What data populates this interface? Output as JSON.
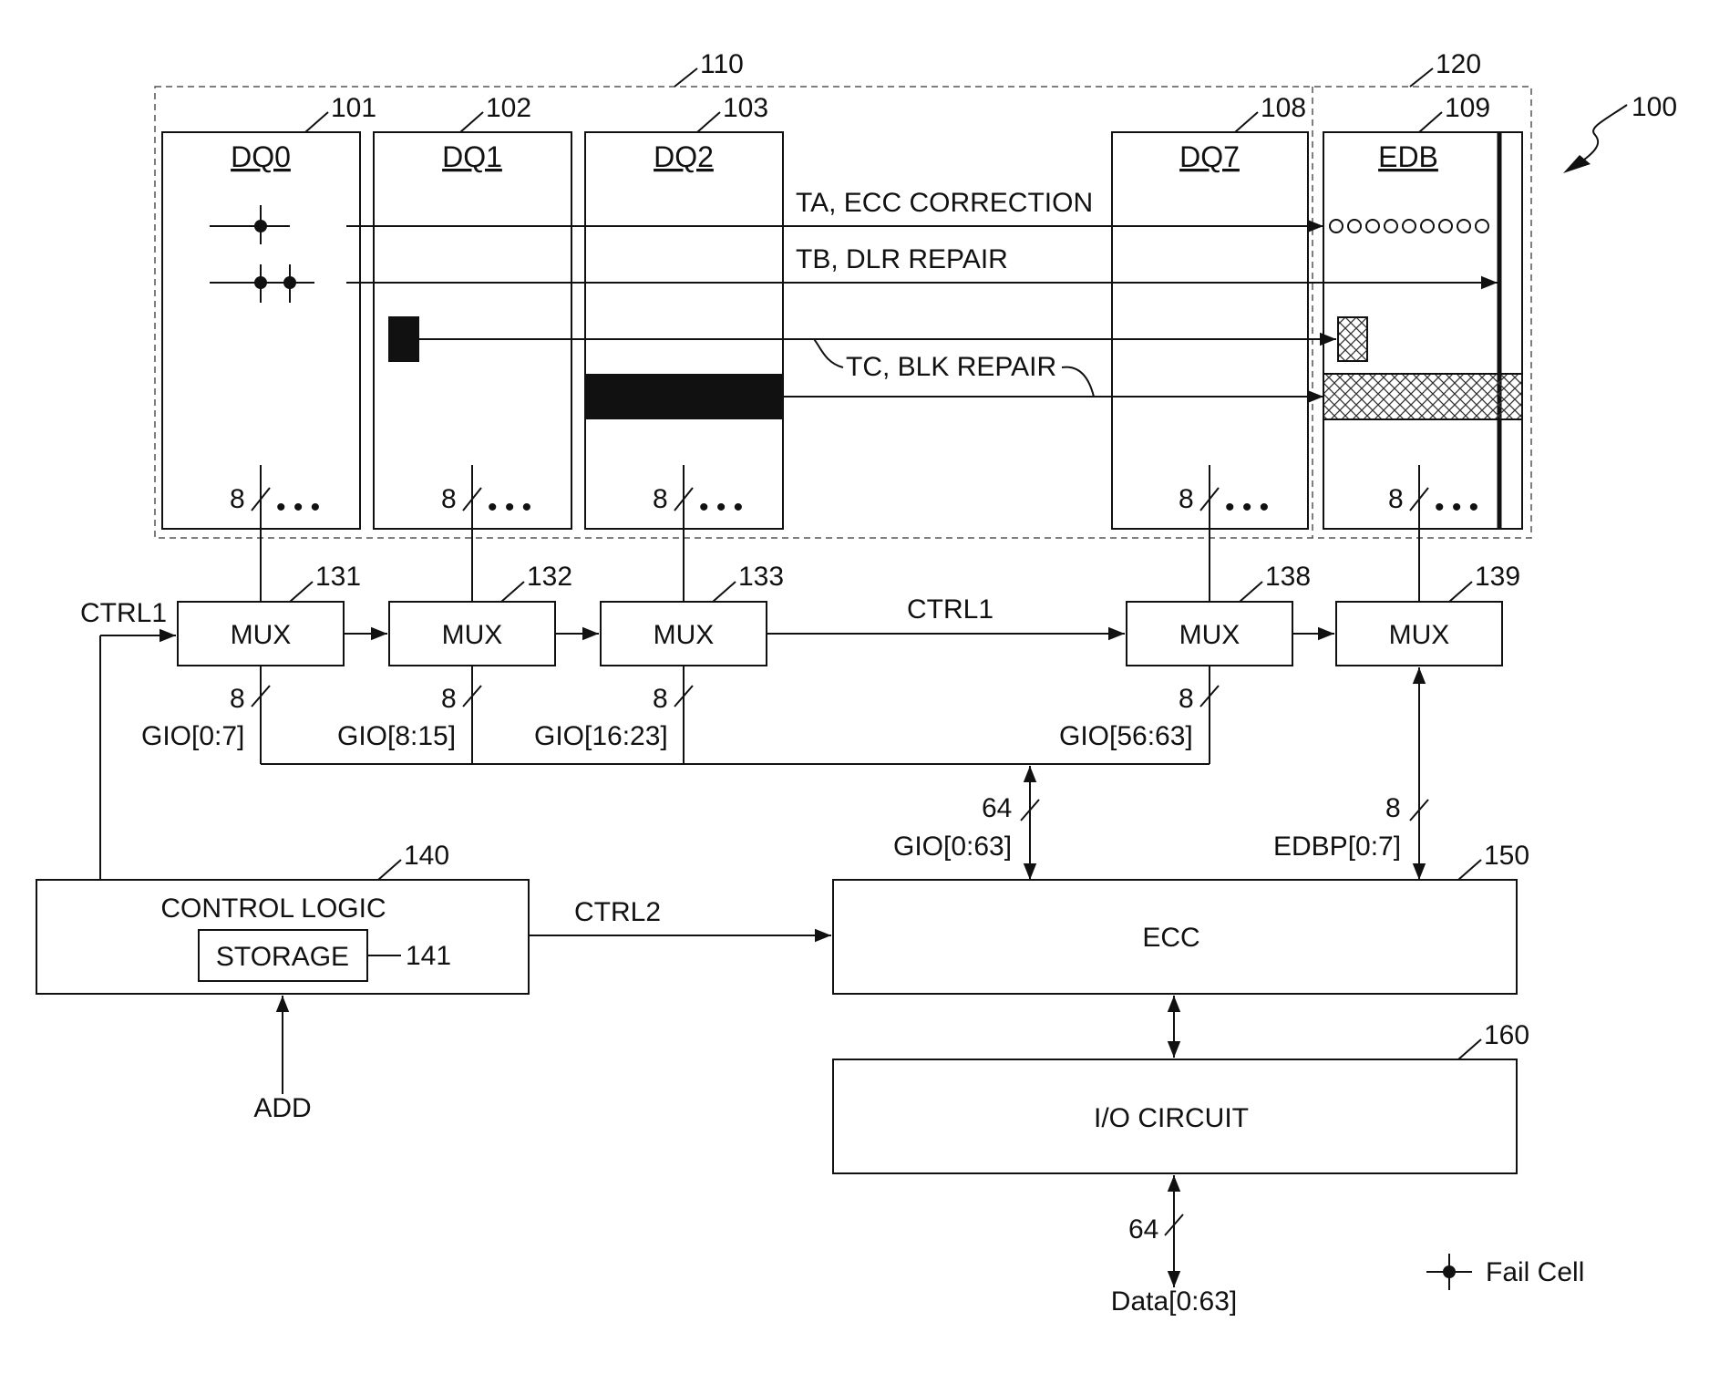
{
  "figure_ref": "100",
  "regions": {
    "main_array": "110",
    "edb_array": "120"
  },
  "columns": [
    {
      "ref": "101",
      "title": "DQ0"
    },
    {
      "ref": "102",
      "title": "DQ1"
    },
    {
      "ref": "103",
      "title": "DQ2"
    },
    {
      "ref": "108",
      "title": "DQ7"
    },
    {
      "ref": "109",
      "title": "EDB"
    }
  ],
  "bus_width_8": "8",
  "ellipsis": "• • •",
  "repairs": {
    "ta": "TA, ECC CORRECTION",
    "tb": "TB, DLR REPAIR",
    "tc": "TC, BLK REPAIR"
  },
  "muxes": [
    {
      "ref": "131",
      "label": "MUX"
    },
    {
      "ref": "132",
      "label": "MUX"
    },
    {
      "ref": "133",
      "label": "MUX"
    },
    {
      "ref": "138",
      "label": "MUX"
    },
    {
      "ref": "139",
      "label": "MUX"
    }
  ],
  "ctrl1": "CTRL1",
  "ctrl2": "CTRL2",
  "gio": [
    "GIO[0:7]",
    "GIO[8:15]",
    "GIO[16:23]",
    "GIO[56:63]"
  ],
  "gio_all": {
    "width": "64",
    "label": "GIO[0:63]"
  },
  "edbp": {
    "width": "8",
    "label": "EDBP[0:7]"
  },
  "control_logic": {
    "ref": "140",
    "label": "CONTROL LOGIC"
  },
  "storage": {
    "ref": "141",
    "label": "STORAGE"
  },
  "add": "ADD",
  "ecc": {
    "ref": "150",
    "label": "ECC"
  },
  "io": {
    "ref": "160",
    "label": "I/O CIRCUIT"
  },
  "data_bus": {
    "width": "64",
    "label": "Data[0:63]"
  },
  "legend": "Fail Cell"
}
